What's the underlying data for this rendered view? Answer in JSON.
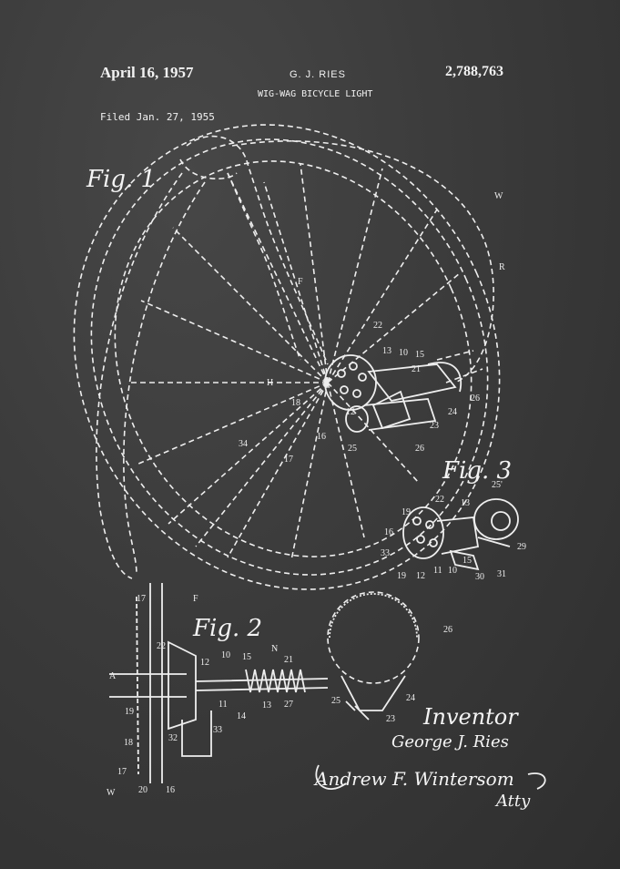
{
  "header": {
    "date": "April 16, 1957",
    "inventor_name": "G. J. RIES",
    "patent_number": "2,788,763",
    "title": "WIG-WAG BICYCLE LIGHT",
    "filed": "Filed Jan. 27, 1955"
  },
  "figures": {
    "fig1": "Fig. 1",
    "fig2": "Fig. 2",
    "fig3": "Fig. 3"
  },
  "fig1_labels": {
    "W": "W",
    "R": "R",
    "F": "F",
    "H": "H",
    "n22": "22",
    "n13": "13",
    "n10": "10",
    "n15": "15",
    "n21": "21",
    "n26a": "26",
    "n24": "24",
    "n23": "23",
    "n26b": "26",
    "n18": "18",
    "n12": "12",
    "n16": "16",
    "n25": "25",
    "n34": "34",
    "n17": "17"
  },
  "fig3_labels": {
    "n25p": "25'",
    "n22": "22",
    "n13": "13",
    "n19a": "19",
    "n16": "16",
    "n33": "33",
    "n19b": "19",
    "n12": "12",
    "n11": "11",
    "n10": "10",
    "n15": "15",
    "n30": "30",
    "n31": "31",
    "n29": "29"
  },
  "fig2_labels": {
    "n17a": "17",
    "F": "F",
    "n22": "22",
    "n12": "12",
    "n10": "10",
    "n15": "15",
    "N": "N",
    "n21": "21",
    "n26": "26",
    "A": "A",
    "n11": "11",
    "n13": "13",
    "n27": "27",
    "n14": "14",
    "n19": "19",
    "n25": "25",
    "n24": "24",
    "n23": "23",
    "n18": "18",
    "n32": "32",
    "n33": "33",
    "n17b": "17",
    "W": "W",
    "n20": "20",
    "n16": "16"
  },
  "signature_block": {
    "heading": "Inventor",
    "name": "George J. Ries",
    "attorney_signature": "Andrew F. Wintersom",
    "attorney_title": "Atty"
  }
}
